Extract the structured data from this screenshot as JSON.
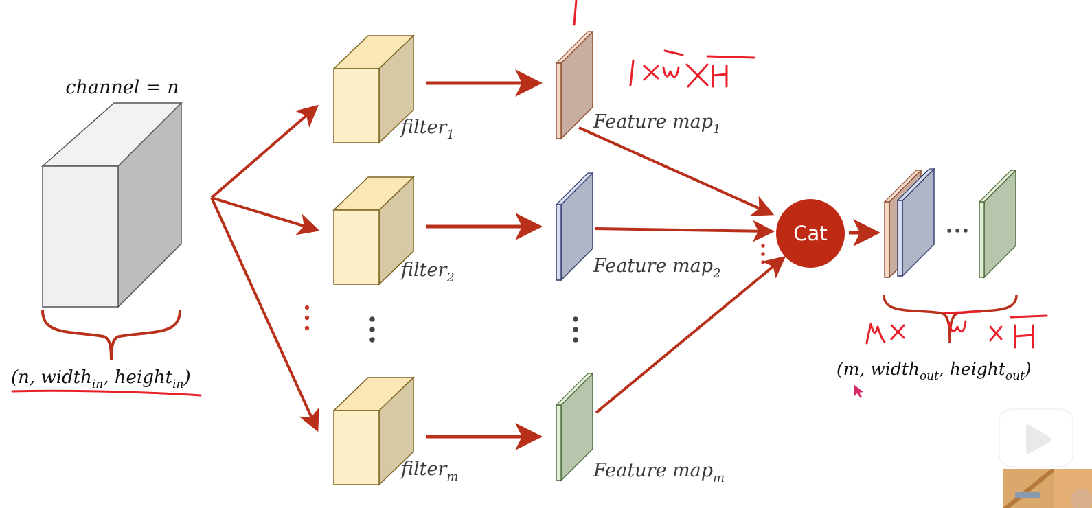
{
  "input": {
    "channel_label": "channel = n",
    "shape_label": {
      "open": "(",
      "n": "n",
      "width": "width",
      "width_sub": "in",
      "height": "height",
      "height_sub": "in",
      "close": ")"
    }
  },
  "filters": [
    {
      "name": "filter",
      "sub": "1"
    },
    {
      "name": "filter",
      "sub": "2"
    },
    {
      "name": "filter",
      "sub": "m"
    }
  ],
  "feature_maps": [
    {
      "name": "Feature map",
      "sub": "1",
      "color": "#c9ad9e",
      "edge": "#8a4a2a",
      "front": "#f6d8c6"
    },
    {
      "name": "Feature map",
      "sub": "2",
      "color": "#aeb6c8",
      "edge": "#2e3a6a",
      "front": "#d8def2"
    },
    {
      "name": "Feature map",
      "sub": "m",
      "color": "#b7c5ad",
      "edge": "#4a6a3a",
      "front": "#e2eed6"
    }
  ],
  "cat_node": {
    "label": "Cat",
    "color": "#be2a14"
  },
  "output": {
    "shape_label": {
      "open": "(",
      "m": "m",
      "width": "width",
      "width_sub": "out",
      "height": "height",
      "height_sub": "out",
      "close": ")"
    }
  },
  "annotations": {
    "per_map": "1×W̄×H̄",
    "output_dims": "m× W̄ ×H̄"
  },
  "ellipsis": {
    "vertical": "⋮",
    "horizontal": "···"
  },
  "colors": {
    "arrow": "#b8301a",
    "filter_front": "#fdf0c8",
    "filter_side": "#d6c9a4",
    "filter_edge": "#7a6420",
    "input_front": "#f0f0f0",
    "input_side": "#bdbdbd"
  },
  "overlay": {
    "player_logo": "bilibili-tv-logo"
  }
}
